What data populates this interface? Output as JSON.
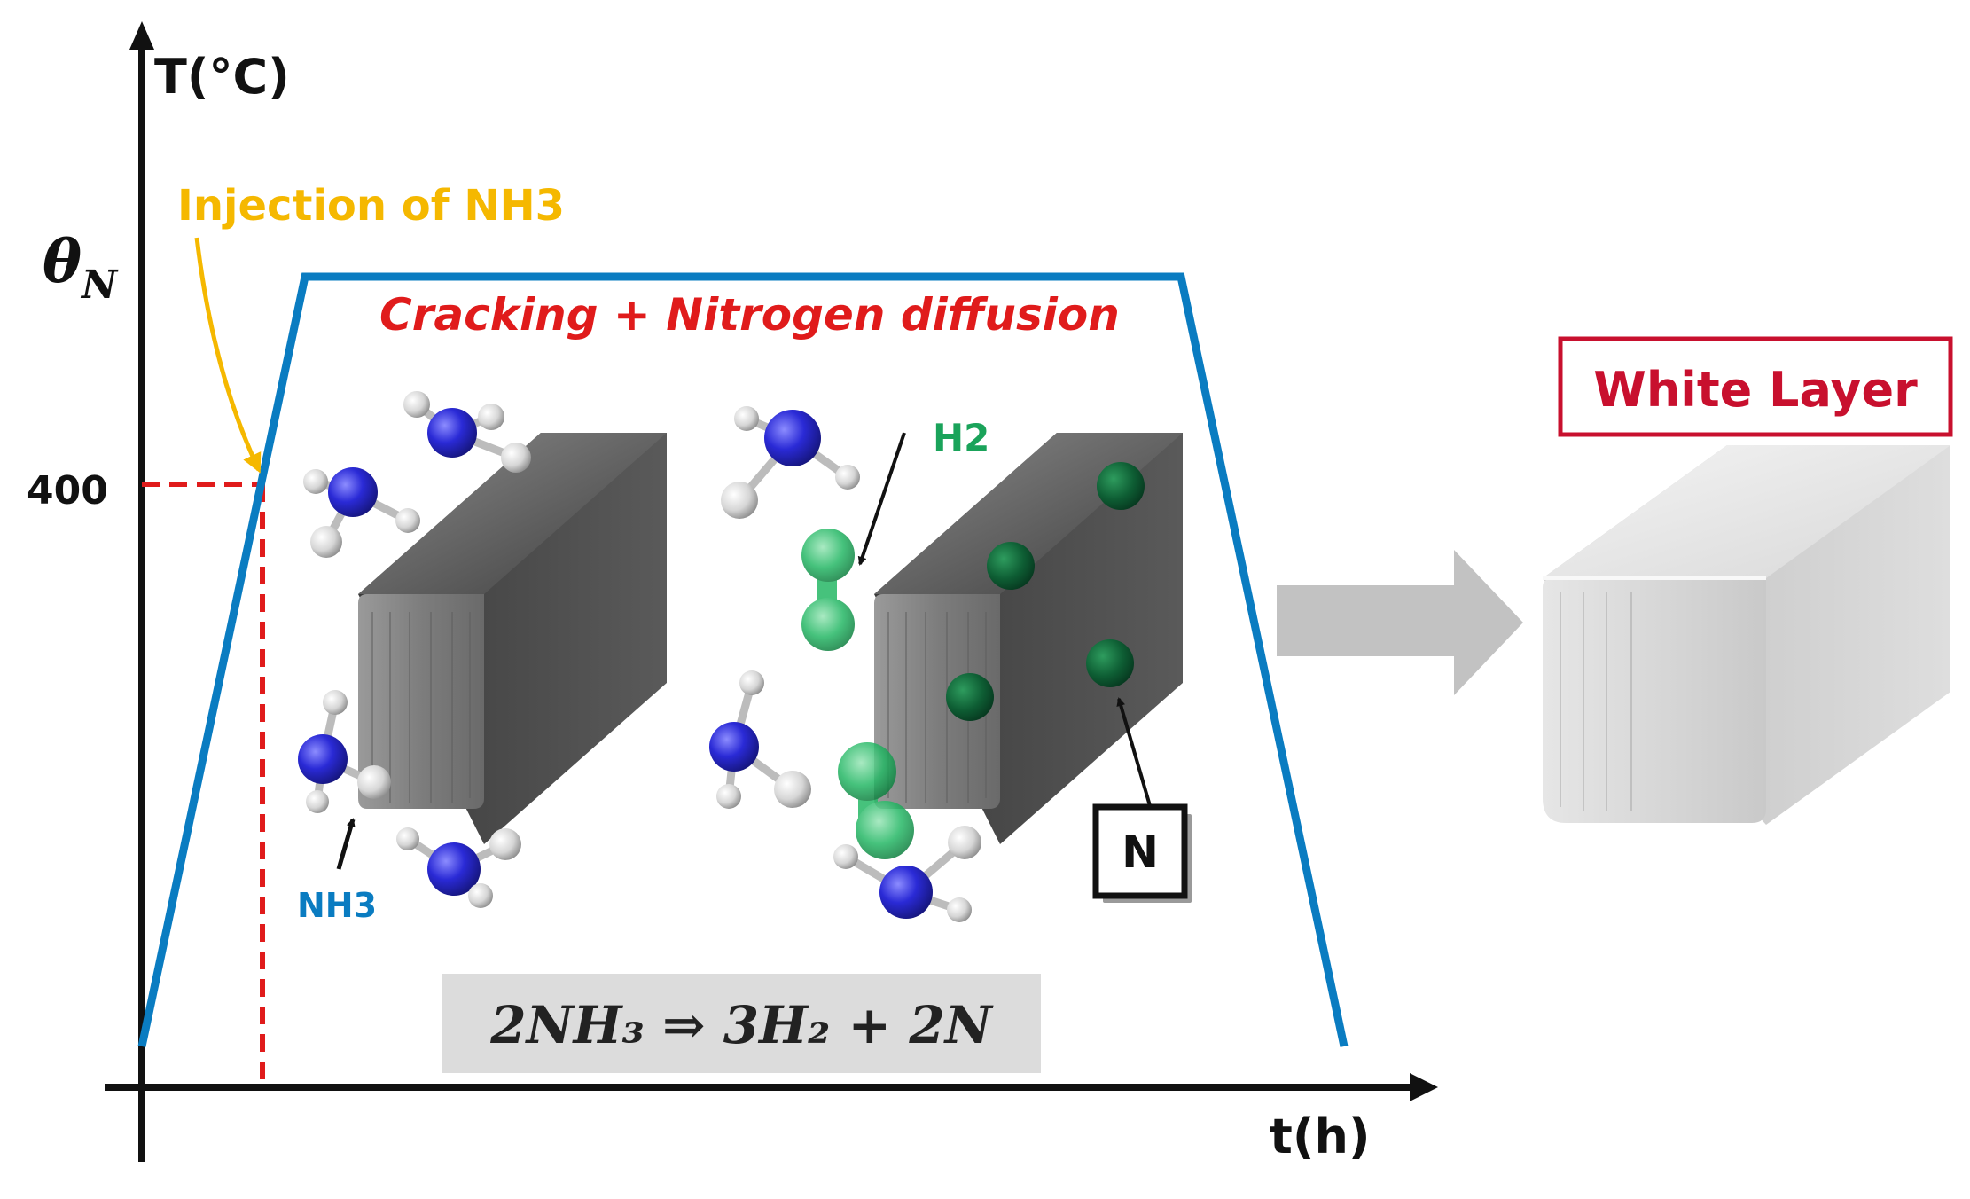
{
  "axes": {
    "y_label": "T(°C)",
    "x_label": "t(h)",
    "y_ticks": [
      "θN",
      "400"
    ]
  },
  "annotations": {
    "injection": "Injection of NH3",
    "process": "Cracking + Nitrogen diffusion",
    "h2": "H2",
    "nh3": "NH3",
    "n_atom": "N",
    "white_layer": "White Layer",
    "equation": "2NH₃ ⇒ 3H₂ + 2N"
  },
  "colors": {
    "profile": "#0a7cc1",
    "marker": "#e01b1b",
    "injection": "#f5b800",
    "process": "#e01b1b",
    "h2": "#1aa35a",
    "nh3": "#0a7cc1",
    "white_layer_text": "#c8102e",
    "white_layer_border": "#c8102e",
    "nitrogen": "#0e5e34",
    "molecule_n": "#2a2ad6",
    "arrow": "#c2c2c2"
  }
}
